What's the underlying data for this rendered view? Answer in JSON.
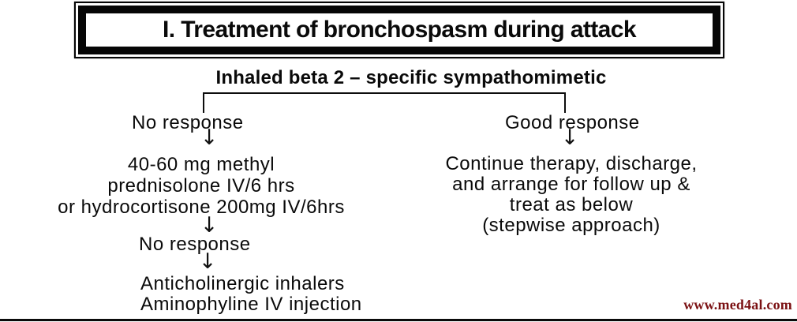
{
  "header": {
    "title": "I. Treatment of bronchospasm during attack"
  },
  "subtitle": "Inhaled beta 2 – specific sympathomimetic",
  "flowchart": {
    "arrow_glyph": "↓",
    "left": {
      "branch_label": "No response",
      "steroid_step": {
        "line1": "40-60 mg methyl",
        "line2": "prednisolone IV/6 hrs",
        "line3": "or hydrocortisone 200mg IV/6hrs"
      },
      "second_label": "No response",
      "final_step": {
        "line1": "Anticholinergic inhalers",
        "line2": "Aminophyline IV injection"
      }
    },
    "right": {
      "branch_label": "Good response",
      "step": {
        "line1": "Continue therapy, discharge,",
        "line2": "and arrange for follow up &",
        "line3": "treat as below",
        "line4": "(stepwise approach)"
      }
    }
  },
  "watermark": {
    "text": "www.med4al.com",
    "color": "#7b1113"
  },
  "colors": {
    "ink": "#0a0a0a",
    "background": "#ffffff"
  }
}
